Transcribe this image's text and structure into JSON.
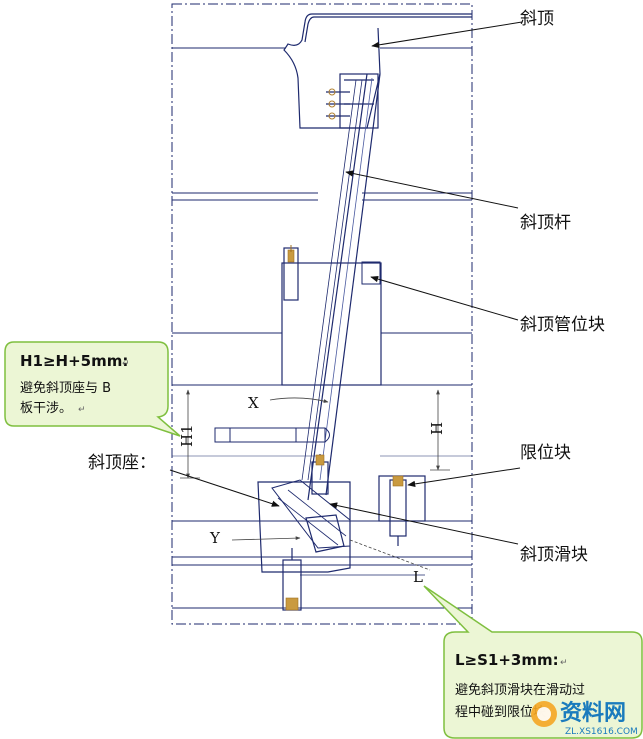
{
  "labels": {
    "lifter": "斜顶",
    "lifter_rod": "斜顶杆",
    "lifter_guide_block": "斜顶管位块",
    "stop_block": "限位块",
    "lifter_seat": "斜顶座：",
    "lifter_slider": "斜顶滑块"
  },
  "dims": {
    "x": "X",
    "y": "Y",
    "h1": "H1",
    "h": "H",
    "l": "L"
  },
  "callout_h1": {
    "title": "H1≥H+5mm:",
    "lines": [
      "避免斜顶座与 B",
      "板干涉。"
    ],
    "mark": "↵"
  },
  "callout_l": {
    "title": "L≥S1+3mm:",
    "lines": [
      "避免斜顶滑块在滑动过",
      "程中碰到限位块"
    ],
    "mark": "↵"
  },
  "watermark": {
    "brand": "资料网",
    "url": "ZL.XS1616.COM"
  },
  "colors": {
    "line": "#1e2a6e",
    "callout_fill": "#ecf6d5",
    "callout_stroke": "#7fbf3f",
    "arrow": "#111111"
  }
}
